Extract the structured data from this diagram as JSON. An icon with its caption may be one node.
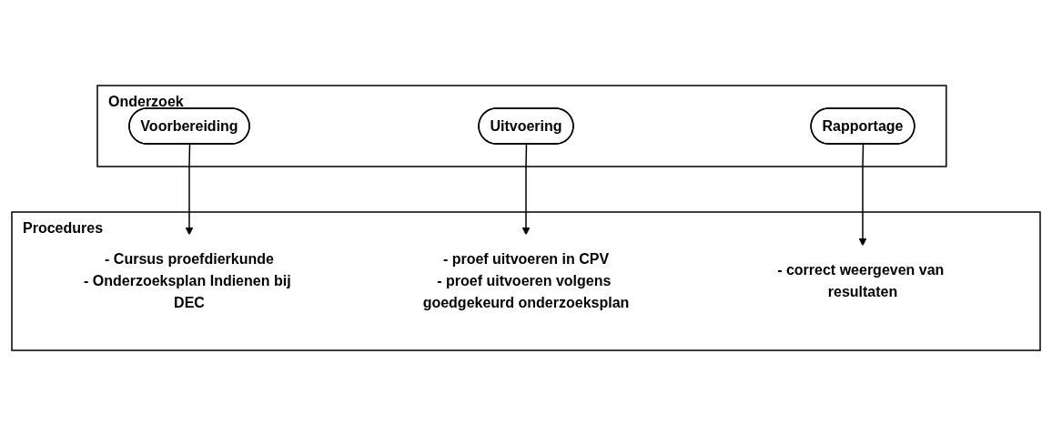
{
  "diagram": {
    "nodes": [
      {
        "text": [
          "Onderzoek"
        ]
      },
      {
        "text": [
          "Voorbereiding"
        ],
        "in": 0
      },
      {
        "text": [
          "Uitvoering"
        ],
        "in": 0
      },
      {
        "text": [
          "Rapportage"
        ],
        "in": 0
      },
      {
        "text": [
          "Procedures"
        ]
      },
      {
        "text": [
          "- Cursus proefdierkunde",
          "- Onderzoeksplan Indienen bij DEC"
        ],
        "in": 4
      },
      {
        "text": [
          "- proef uitvoeren in CPV",
          "- proef uitvoeren volgens goedgekeurd onderzoeksplan"
        ],
        "in": 4
      },
      {
        "text": [
          "- correct weergeven van resultaten"
        ],
        "in": 4
      }
    ],
    "edges": [
      {
        "from": 1,
        "to": 5,
        "arrow": "to"
      },
      {
        "from": 2,
        "to": 6,
        "arrow": "to"
      },
      {
        "from": 3,
        "to": 7,
        "arrow": "to"
      }
    ]
  }
}
